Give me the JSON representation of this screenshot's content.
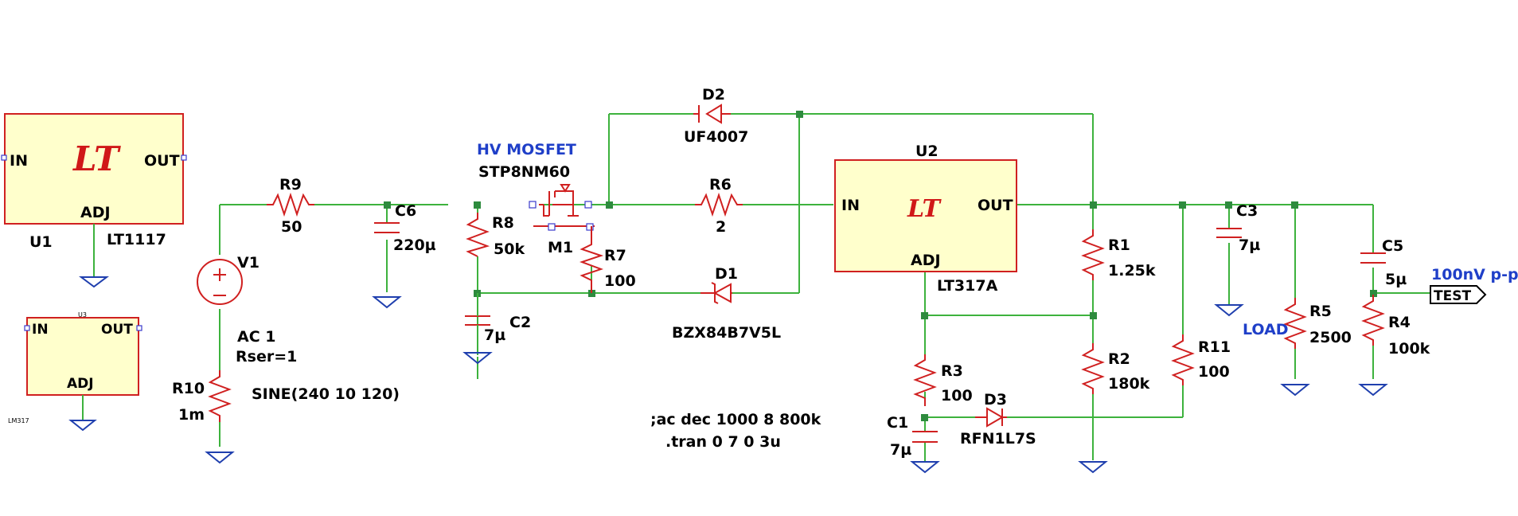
{
  "components": {
    "U1": {
      "ref": "U1",
      "value": "LT1117",
      "pin_in": "IN",
      "pin_out": "OUT",
      "pin_adj": "ADJ"
    },
    "U3": {
      "ref": "U3",
      "value": "LM317",
      "pin_in": "IN",
      "pin_out": "OUT",
      "pin_adj": "ADJ"
    },
    "U2": {
      "ref": "U2",
      "value": "LT317A",
      "pin_in": "IN",
      "pin_out": "OUT",
      "pin_adj": "ADJ"
    },
    "V1": {
      "ref": "V1",
      "line1": "AC 1",
      "line2": "Rser=1",
      "line3": "SINE(240 10 120)"
    },
    "R10": {
      "ref": "R10",
      "value": "1m"
    },
    "R9": {
      "ref": "R9",
      "value": "50"
    },
    "C6": {
      "ref": "C6",
      "value": "220µ"
    },
    "R8": {
      "ref": "R8",
      "value": "50k"
    },
    "C2": {
      "ref": "C2",
      "value": "7µ"
    },
    "M1": {
      "ref": "M1",
      "value": "STP8NM60",
      "note": "HV MOSFET"
    },
    "R7": {
      "ref": "R7",
      "value": "100"
    },
    "D2": {
      "ref": "D2",
      "value": "UF4007"
    },
    "D1": {
      "ref": "D1",
      "value": "BZX84B7V5L"
    },
    "R6": {
      "ref": "R6",
      "value": "2"
    },
    "R1": {
      "ref": "R1",
      "value": "1.25k"
    },
    "R2": {
      "ref": "R2",
      "value": "180k"
    },
    "R3": {
      "ref": "R3",
      "value": "100"
    },
    "C1": {
      "ref": "C1",
      "value": "7µ"
    },
    "D3": {
      "ref": "D3",
      "value": "RFN1L7S"
    },
    "R11": {
      "ref": "R11",
      "value": "100"
    },
    "C3": {
      "ref": "C3",
      "value": "7µ"
    },
    "R5": {
      "ref": "R5",
      "value": "2500"
    },
    "C5": {
      "ref": "C5",
      "value": "5µ"
    },
    "R4": {
      "ref": "R4",
      "value": "100k"
    }
  },
  "labels": {
    "load": "LOAD",
    "test_note": "100nV p-p",
    "test_port": "TEST"
  },
  "directives": {
    "ac": ";ac dec 1000 8 800k",
    "tran": ".tran 0 7 0 3u"
  },
  "colors": {
    "wire": "#3db23d",
    "component": "#d02020",
    "ground": "#1f3fae",
    "ic_fill": "#ffffcc",
    "junction": "#2e8b3e",
    "label_blue": "#1f3fc8"
  }
}
